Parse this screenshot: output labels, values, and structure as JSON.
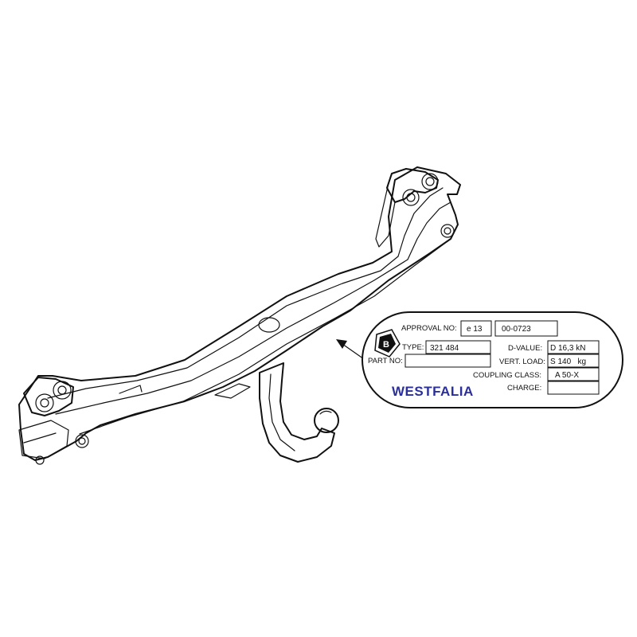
{
  "plate": {
    "logo_letter": "B",
    "approval_label": "APPROVAL NO:",
    "approval_prefix": "e 13",
    "approval_number": "00-0723",
    "type_label": "TYPE:",
    "type_value": "321 484",
    "part_label": "PART NO:",
    "part_value": "",
    "d_value_label": "D-VALUE:",
    "d_value": "D 16,3 kN",
    "vert_load_label": "VERT. LOAD:",
    "vert_load": "S 140   kg",
    "coupling_class_label": "COUPLING CLASS:",
    "coupling_class": "A 50-X",
    "charge_label": "CHARGE:",
    "charge_value": "",
    "brand": "WESTFALIA",
    "brand_color": "#2b2f9a"
  }
}
